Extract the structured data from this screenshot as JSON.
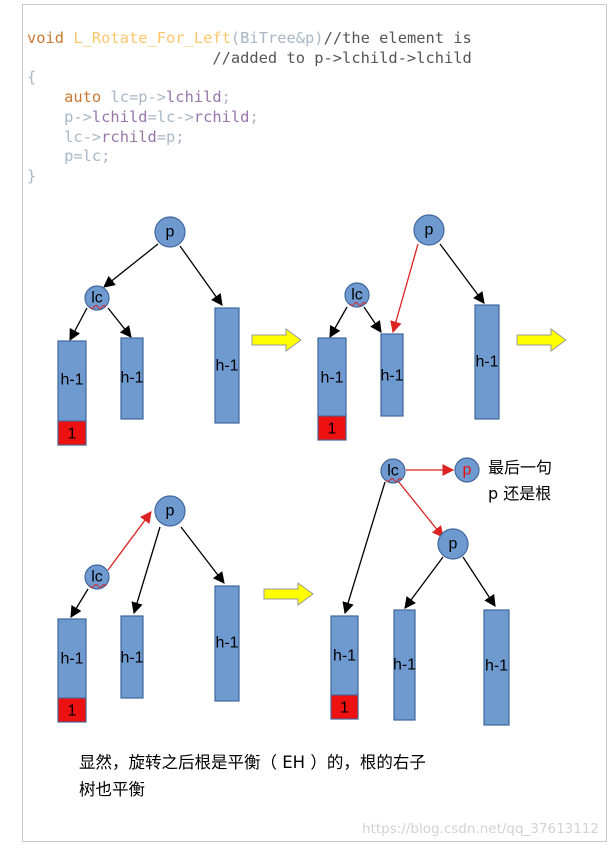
{
  "code": {
    "sig_kw": "void",
    "sig_fn": "L_Rotate_For_Left",
    "sig_param": "(BiTree&p)",
    "sig_comment": "//the element is",
    "sig_comment2": "//added to p->lchild->lchild",
    "brace_open": "{",
    "l1_kw": "auto",
    "l1_rest": " lc=p->",
    "l1_field": "lchild",
    "l1_end": ";",
    "l2_a": "p->",
    "l2_f1": "lchild",
    "l2_b": "=lc->",
    "l2_f2": "rchild",
    "l2_end": ";",
    "l3_a": "lc->",
    "l3_f1": "rchild",
    "l3_b": "=p;",
    "l4": "p=lc;",
    "brace_close": "}"
  },
  "labels": {
    "p": "p",
    "lc": "lc",
    "h": "h-1",
    "one": "1"
  },
  "notes": {
    "top_right_line1": "最后一句",
    "top_right_line2": "p 还是根",
    "conclusion_line1": "显然，旋转之后根是平衡（ EH ）的，根的右子",
    "conclusion_line2": "树也平衡"
  },
  "watermark": "https://blog.csdn.net/qq_37613112",
  "colors": {
    "node_fill": "#6f9ad0",
    "node_stroke": "#3f679c",
    "red_cell": "#ee1111",
    "arrow_black": "#000000",
    "arrow_red": "#dd2222",
    "step_arrow": "#ffff00"
  }
}
